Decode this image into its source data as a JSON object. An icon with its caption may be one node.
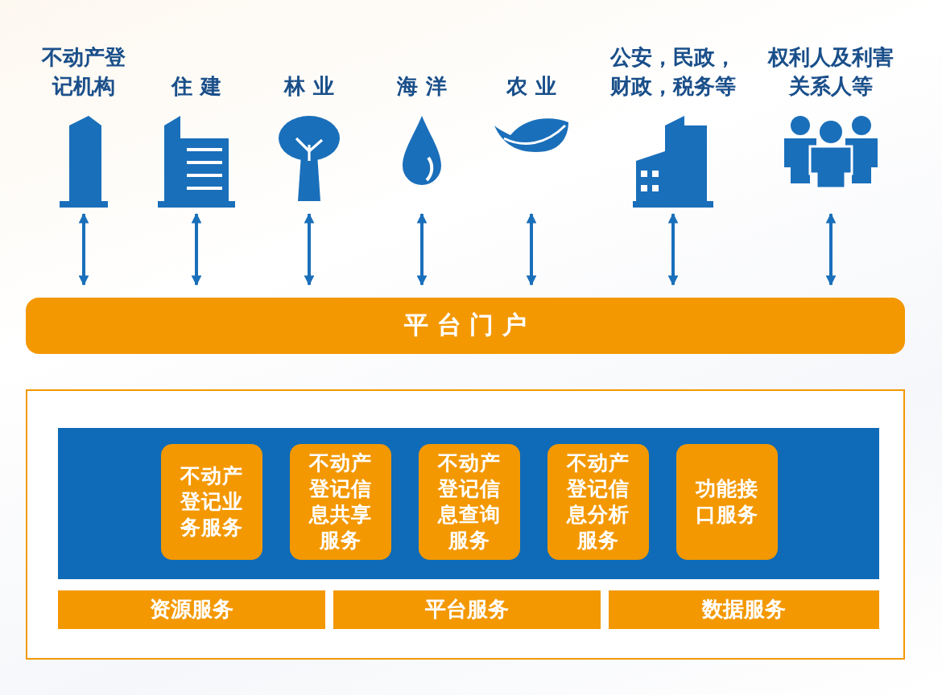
{
  "diagram": {
    "nodes": [
      {
        "text": [
          "不动产登记机构"
        ]
      },
      {
        "text": [
          "住 建"
        ]
      },
      {
        "text": [
          "林 业"
        ]
      },
      {
        "text": [
          "海 洋"
        ]
      },
      {
        "text": [
          "农 业"
        ]
      },
      {
        "text": [
          "公安，民政，财政，税务等"
        ]
      },
      {
        "text": [
          "权利人及利害关系人等"
        ]
      },
      {
        "text": [
          "平 台 门 户"
        ]
      },
      {
        "text": [],
        "shape": "box"
      },
      {
        "text": [],
        "shape": "box",
        "in": 8
      },
      {
        "text": [
          "不动产登记业务服务"
        ],
        "in": 9
      },
      {
        "text": [
          "不动产登记信息共享服务"
        ],
        "in": 9
      },
      {
        "text": [
          "不动产登记信息查询服务"
        ],
        "in": 9
      },
      {
        "text": [
          "不动产登记信息分析服务"
        ],
        "in": 9
      },
      {
        "text": [
          "功能接口服务"
        ],
        "in": 9
      },
      {
        "text": [
          "资源服务"
        ],
        "in": 8
      },
      {
        "text": [
          "平台服务"
        ],
        "in": 8
      },
      {
        "text": [
          "数据服务"
        ],
        "in": 8
      }
    ],
    "edges": [
      {
        "from": 0,
        "to": 7,
        "arrow": "both"
      },
      {
        "from": 1,
        "to": 7,
        "arrow": "both"
      },
      {
        "from": 2,
        "to": 7,
        "arrow": "both"
      },
      {
        "from": 3,
        "to": 7,
        "arrow": "both"
      },
      {
        "from": 4,
        "to": 7,
        "arrow": "both"
      },
      {
        "from": 5,
        "to": 7,
        "arrow": "both"
      },
      {
        "from": 6,
        "to": 7,
        "arrow": "both"
      }
    ]
  }
}
